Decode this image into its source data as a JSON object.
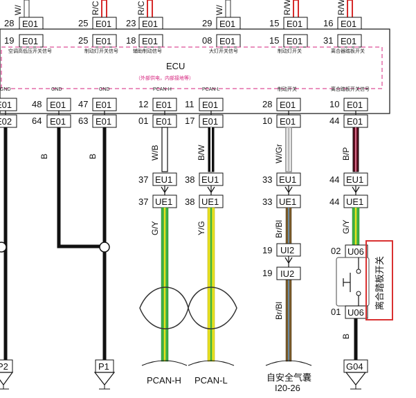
{
  "ecu": {
    "title": "ECU",
    "subtitle": "（外部供电，内部接地等）"
  },
  "top_wires": [
    {
      "color": "W/",
      "stroke": "#333333"
    },
    {
      "color": "R/C",
      "stroke": "#d62a2a"
    },
    {
      "color": "R/C",
      "stroke": "#d62a2a"
    },
    {
      "color": "W/",
      "stroke": "#333333"
    },
    {
      "color": "R/W",
      "stroke": "#d62a2a"
    },
    {
      "color": "R/W",
      "stroke": "#d62a2a"
    }
  ],
  "top_row1": [
    {
      "pin": "28",
      "conn": "E01"
    },
    {
      "pin": "25",
      "conn": "E01"
    },
    {
      "pin": "23",
      "conn": "E01"
    },
    {
      "pin": "29",
      "conn": "E01"
    },
    {
      "pin": "15",
      "conn": "E01"
    },
    {
      "pin": "16",
      "conn": "E01"
    }
  ],
  "top_row2": [
    {
      "pin": "19",
      "conn": "E01"
    },
    {
      "pin": "25",
      "conn": "E01"
    },
    {
      "pin": "18",
      "conn": "E01"
    },
    {
      "pin": "08",
      "conn": "E01"
    },
    {
      "pin": "15",
      "conn": "E01"
    },
    {
      "pin": "31",
      "conn": "E01"
    }
  ],
  "top_signal_labels": [
    "空调高低压开关信号",
    "制动灯开关信号",
    "辅助制动信号",
    "大灯开关信号",
    "制动灯开关",
    "离合器踏板开关"
  ],
  "ecu_bottom_labels": [
    "GND",
    "GND",
    "GND",
    "PCAN-H",
    "PCAN-L",
    "制动开关",
    "离合踏板开关信号"
  ],
  "ecu_pins_row1": [
    {
      "pin": "",
      "conn": "E01"
    },
    {
      "pin": "48",
      "conn": "E01"
    },
    {
      "pin": "47",
      "conn": "E01"
    },
    {
      "pin": "12",
      "conn": "E01"
    },
    {
      "pin": "11",
      "conn": "E01"
    },
    {
      "pin": "28",
      "conn": "E01"
    },
    {
      "pin": "10",
      "conn": "E01"
    }
  ],
  "ecu_pins_row2": [
    {
      "pin": "",
      "conn": "E02"
    },
    {
      "pin": "64",
      "conn": "E01"
    },
    {
      "pin": "63",
      "conn": "E01"
    },
    {
      "pin": "01",
      "conn": "E01"
    },
    {
      "pin": "17",
      "conn": "E01"
    },
    {
      "pin": "10",
      "conn": "E01"
    },
    {
      "pin": "44",
      "conn": "E01"
    }
  ],
  "wire_colors_upper": [
    "B",
    "B",
    "W/B",
    "B/W",
    "W/Gr",
    "B/P"
  ],
  "eu1_row": [
    {
      "pin": "37",
      "conn": "EU1"
    },
    {
      "pin": "38",
      "conn": "EU1"
    },
    {
      "pin": "33",
      "conn": "EU1"
    },
    {
      "pin": "44",
      "conn": "EU1"
    }
  ],
  "ue1_row": [
    {
      "pin": "37",
      "conn": "UE1"
    },
    {
      "pin": "38",
      "conn": "UE1"
    },
    {
      "pin": "33",
      "conn": "UE1"
    },
    {
      "pin": "44",
      "conn": "UE1"
    }
  ],
  "wire_colors_lower": [
    "G/Y",
    "Y/G",
    "Br/Bl",
    "G/Y"
  ],
  "ui2": {
    "pin": "19",
    "conn": "UI2"
  },
  "iu2": {
    "pin": "19",
    "conn": "IU2"
  },
  "lower_brbl": "Br/Bl",
  "u06_top": {
    "pin": "02",
    "conn": "U06"
  },
  "u06_bottom": {
    "pin": "01",
    "conn": "U06"
  },
  "switch_label": "离合踏板开关",
  "ground_wire_color": "B",
  "grounds": {
    "left": "P2",
    "mid": "P1",
    "right": "G04"
  },
  "bottom_labels": {
    "pcan_h": "PCAN-H",
    "pcan_l": "PCAN-L",
    "airbag_line1": "自安全气囊",
    "airbag_line2": "I20-26"
  },
  "colors": {
    "black_wire": "#111111",
    "green": "#3cb043",
    "yellow": "#e8e020",
    "brown": "#7a5a2a",
    "pink": "#d6227d",
    "highlight": "#d93030",
    "maroon": "#5a0e1e",
    "gray": "#bbbbbb"
  }
}
